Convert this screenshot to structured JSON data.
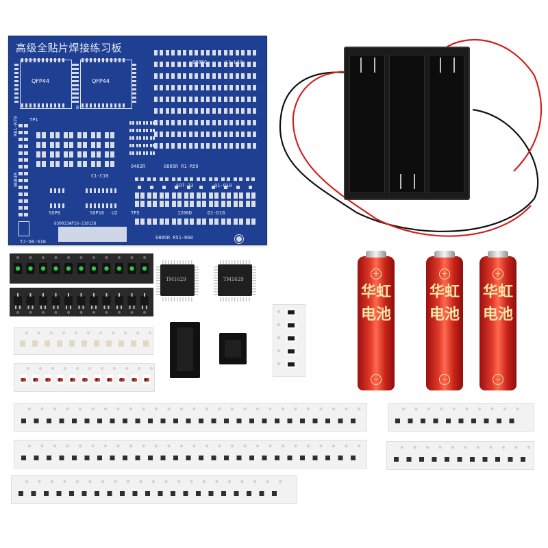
{
  "pcb": {
    "title": "高级全贴片焊接练习板",
    "labels": {
      "qfp_left": "QFP44",
      "qfp_right": "QFP44",
      "c0805": "0805C",
      "l_range": "L1-L10",
      "r1_r50": "0805R   R1-R50",
      "c1_c10": "C1-C10",
      "sot23": "SOT-23",
      "q1_q10": "Q1-Q10",
      "r61_r70": "R61-R70",
      "r0603": "0603R",
      "r0402": "0402R",
      "sop8": "SOP8",
      "sop16": "SOP16",
      "u2": "U2",
      "d1206": "1206D",
      "d_range": "D1-D10",
      "r51_r60": "0805R   R51-R60",
      "tp1": "TP1",
      "tp5": "TP5",
      "tj": "TJ-56-516",
      "code": "630023AP16-210128",
      "b": "B"
    }
  },
  "ics": {
    "tm1_label": "TM1629",
    "tm2_label": "TM1629"
  },
  "batteries": {
    "text": "华虹电池",
    "plus": "+",
    "minus": "−"
  },
  "colors": {
    "pcb": "#1e3f92",
    "battery": "#e23a2a",
    "holder": "#1b1b1b",
    "wire_red": "#d2211f",
    "wire_black": "#111111",
    "led": "#2ec84a"
  },
  "icons": [
    "pcb-board",
    "battery-holder",
    "aa-battery",
    "qfp-chip",
    "sop-chip",
    "component-tape"
  ]
}
